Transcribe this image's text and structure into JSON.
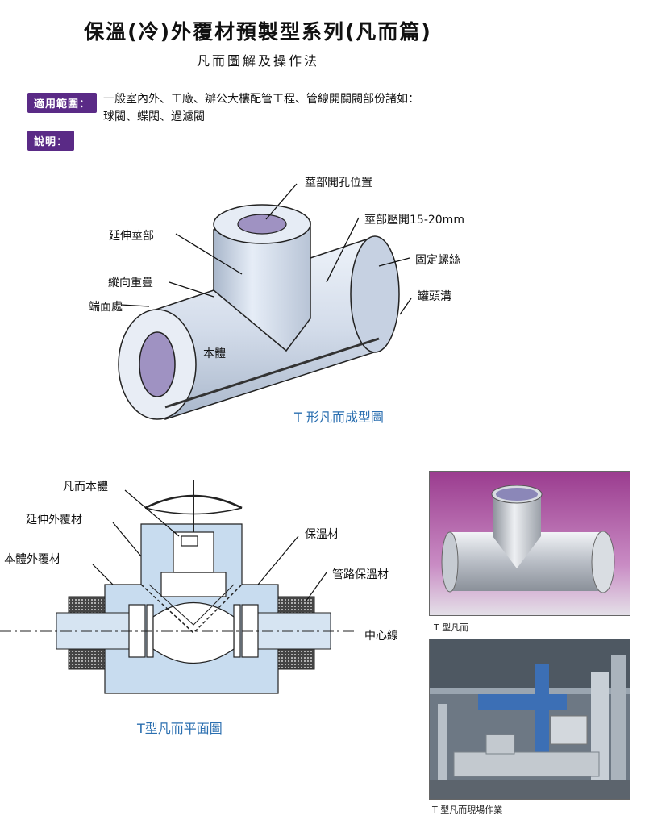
{
  "header": {
    "title": "保溫(冷)外覆材預製型系列(凡而篇)",
    "subtitle": "凡而圖解及操作法"
  },
  "tags": {
    "scope": "適用範圍：",
    "description": "說明："
  },
  "scope_text": {
    "line1": "一般室內外、工廠、辦公大樓配管工程、管線開關閥部份諸如：",
    "line2": "球閥、蝶閥、過濾閥"
  },
  "t_diagram": {
    "labels": {
      "stem_hole": "莖部開孔位置",
      "stem_press": "莖部壓開15-20mm",
      "extension_stem": "延伸莖部",
      "fixing_screw": "固定螺絲",
      "longitudinal_overlap": "縱向重疊",
      "groove": "罐頭溝",
      "end_face": "端面處",
      "body": "本體"
    },
    "caption": "T 形凡而成型圖"
  },
  "plan_diagram": {
    "labels": {
      "valve_body": "凡而本體",
      "extension_cover": "延伸外覆材",
      "insulation": "保溫材",
      "body_cover": "本體外覆材",
      "pipe_insulation": "管路保溫材",
      "center_line": "中心線"
    },
    "caption": "T型凡而平面圖"
  },
  "photos": {
    "photo1_caption": "T 型凡而",
    "photo2_caption": "T 型凡而現場作業"
  },
  "colors": {
    "accent": "#5a2a86",
    "caption_blue": "#2b6fb0",
    "metal": "#cfd8e6",
    "plan_fill": "#c8dcef"
  }
}
